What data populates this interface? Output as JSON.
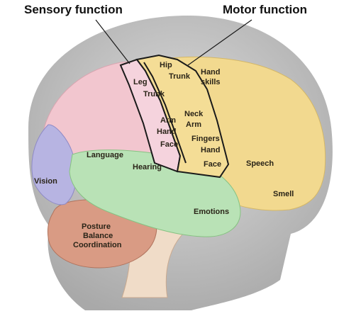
{
  "titles": {
    "sensory": "Sensory function",
    "motor": "Motor function"
  },
  "sensory_strip": {
    "leg": "Leg",
    "trunk": "Trunk",
    "arm": "Arm",
    "hand": "Hand",
    "face": "Face"
  },
  "motor_strip": {
    "hip": "Hip",
    "trunk": "Trunk",
    "hand_skills_1": "Hand",
    "hand_skills_2": "skills",
    "neck": "Neck",
    "arm": "Arm",
    "fingers": "Fingers",
    "hand": "Hand",
    "face": "Face"
  },
  "areas": {
    "language": "Language",
    "hearing": "Hearing",
    "vision": "Vision",
    "speech": "Speech",
    "smell": "Smell",
    "emotions": "Emotions",
    "posture": "Posture",
    "balance": "Balance",
    "coordination": "Coordination"
  },
  "colors": {
    "background": "#ffffff",
    "head_silhouette": "#c9c9c9",
    "frontal_lobe": "#f2d98f",
    "parietal_lobe": "#f2c6cf",
    "sensory_strip": "#f5d3dd",
    "motor_strip": "#f4dd96",
    "temporal_lobe": "#b9e2b6",
    "occipital_lobe": "#b7b4e2",
    "cerebellum": "#d99b84",
    "brainstem": "#f0dcc8",
    "outline": "#1a1a1a"
  }
}
